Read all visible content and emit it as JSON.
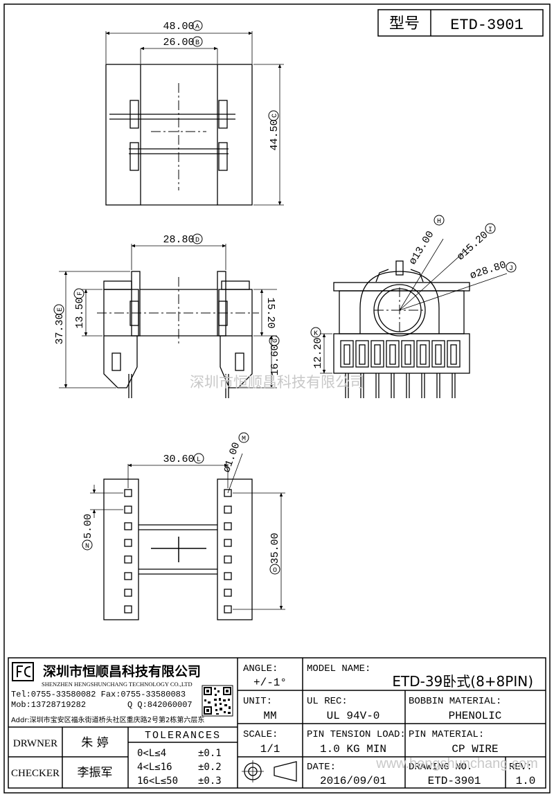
{
  "header": {
    "model_label": "型号",
    "model_value": "ETD-3901"
  },
  "watermark": "深圳市恒顺昌科技有限公司",
  "watermark_url": "www.hengshunchang.com",
  "dimensions": {
    "top_width": "48.00",
    "top_width_ref": "A",
    "top_inner": "26.00",
    "top_inner_ref": "B",
    "top_height": "44.50",
    "top_height_ref": "C",
    "side_width": "28.80",
    "side_width_ref": "D",
    "side_total": "37.30",
    "side_total_ref": "E",
    "side_body": "13.50",
    "side_body_ref": "F",
    "side_core": "15.20",
    "side_pin": "16.60",
    "side_pin_ref": "G",
    "end_d1": "ø13.00",
    "end_d1_ref": "H",
    "end_d2": "ø15.20",
    "end_d2_ref": "I",
    "end_d3": "ø28.80",
    "end_d3_ref": "J",
    "end_h": "12.20",
    "end_h_ref": "K",
    "bot_width": "30.60",
    "bot_width_ref": "L",
    "bot_pin_d": "ø1.00",
    "bot_pin_d_ref": "M",
    "bot_pitch": "5.00",
    "bot_pitch_ref": "N",
    "bot_span": "35.00",
    "bot_span_ref": "O"
  },
  "company": {
    "name": "深圳市恒顺昌科技有限公司",
    "name_en": "SHENZHEN HENGSHUNCHANG TECHNOLOGY CO.,LTD",
    "tel": "Tel:0755-33580082 Fax:0755-33580083",
    "mob": "Mob:13728719282",
    "qq": "Q  Q:842060007",
    "addr": "Addr:深圳市宝安区福永街道桥头社区重庆路2号第2栋第六层东"
  },
  "title_block": {
    "angle_label": "ANGLE:",
    "angle_value": "+/-1°",
    "model_name_label": "MODEL NAME:",
    "model_name_value": "ETD-39卧式(8+8PIN)",
    "unit_label": "UNIT:",
    "unit_value": "MM",
    "ul_label": "UL REC:",
    "ul_value": "UL 94V-0",
    "bobbin_label": "BOBBIN MATERIAL:",
    "bobbin_value": "PHENOLIC",
    "scale_label": "SCALE:",
    "scale_value": "1/1",
    "tension_label": "PIN TENSION LOAD:",
    "tension_value": "1.0 KG MIN",
    "pin_label": "PIN MATERIAL:",
    "pin_value": "CP WIRE",
    "date_label": "DATE:",
    "date_value": "2016/09/01",
    "drawing_label": "DRAWING NO.",
    "drawing_value": "ETD-3901",
    "rev_label": "REV:",
    "rev_value": "1.0",
    "drawer_label": "DRWNER",
    "drawer_value": "朱 婷",
    "checker_label": "CHECKER",
    "checker_value": "李振军",
    "tol_title": "TOLERANCES",
    "tol_rows": [
      {
        "range": "0<L≤4",
        "value": "±0.1"
      },
      {
        "range": "4<L≤16",
        "value": "±0.2"
      },
      {
        "range": "16<L≤50",
        "value": "±0.3"
      }
    ]
  }
}
